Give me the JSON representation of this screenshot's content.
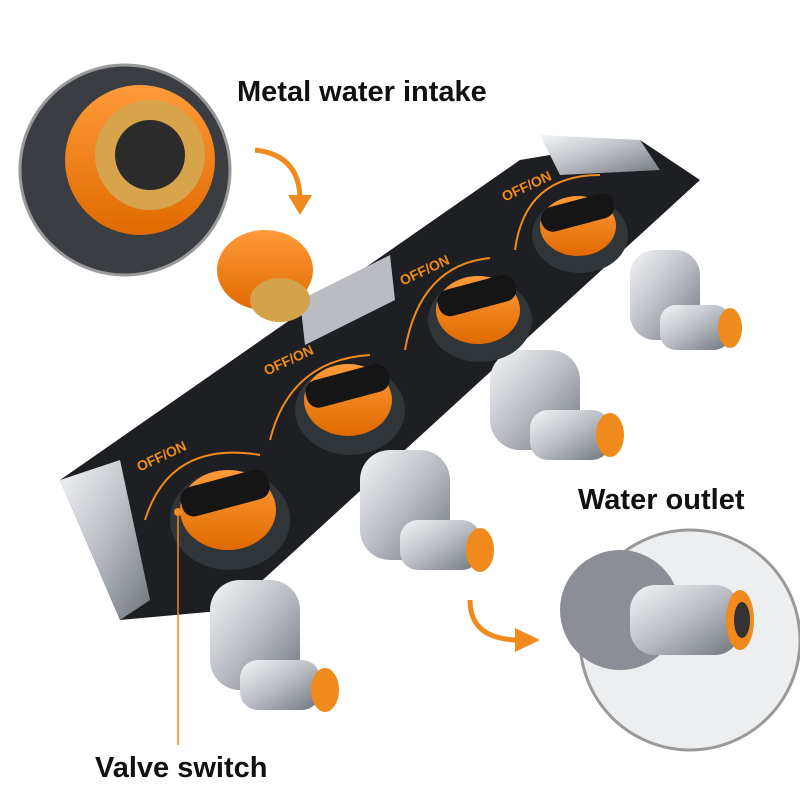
{
  "labels": {
    "intake": "Metal water intake",
    "outlet": "Water outlet",
    "valve": "Valve switch"
  },
  "valves": [
    {
      "label": "OFF/ON"
    },
    {
      "label": "OFF/ON"
    },
    {
      "label": "OFF/ON"
    },
    {
      "label": "OFF/ON"
    }
  ],
  "colors": {
    "accent": "#f08a1c",
    "body": "#1e1f22",
    "metal": "#c8cbd0"
  }
}
